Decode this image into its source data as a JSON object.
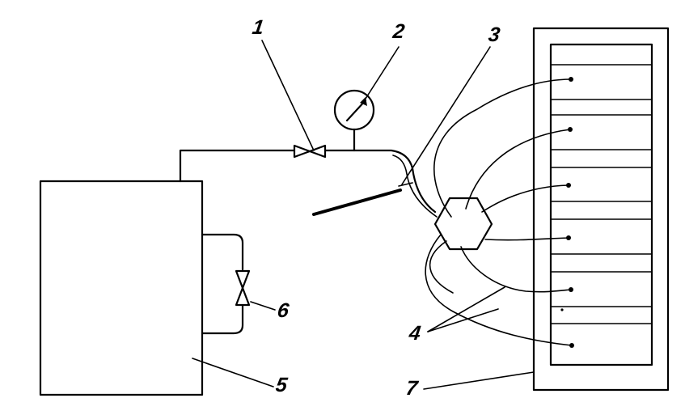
{
  "labels": {
    "valve_top": "1",
    "gauge": "2",
    "probe": "3",
    "wires": "4",
    "container": "5",
    "valve_side": "6",
    "panel": "7"
  }
}
